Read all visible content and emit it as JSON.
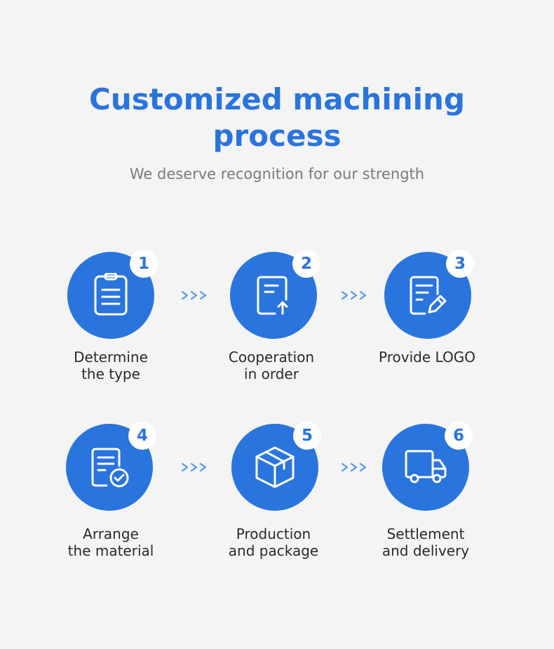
{
  "header": {
    "title_line1": "Customized machining",
    "title_line2": "process",
    "subtitle": "We deserve recognition for our strength"
  },
  "steps": [
    {
      "number": "1",
      "line1": "Determine",
      "line2": "the type",
      "icon": "clipboard-icon"
    },
    {
      "number": "2",
      "line1": "Cooperation",
      "line2": "in order",
      "icon": "document-upload-icon"
    },
    {
      "number": "3",
      "line1": "Provide LOGO",
      "line2": "",
      "icon": "document-edit-icon"
    },
    {
      "number": "4",
      "line1": "Arrange",
      "line2": "the material",
      "icon": "document-check-icon"
    },
    {
      "number": "5",
      "line1": "Production",
      "line2": "and package",
      "icon": "box-icon"
    },
    {
      "number": "6",
      "line1": "Settlement",
      "line2": "and delivery",
      "icon": "truck-icon"
    }
  ],
  "arrow_icon": "triple-chevron-right-icon",
  "colors": {
    "accent": "#2a74dd",
    "background": "#f4f4f4",
    "subtitle": "#7b7b7b",
    "label": "#2a2a2a",
    "arrow": "#4d9be8"
  }
}
